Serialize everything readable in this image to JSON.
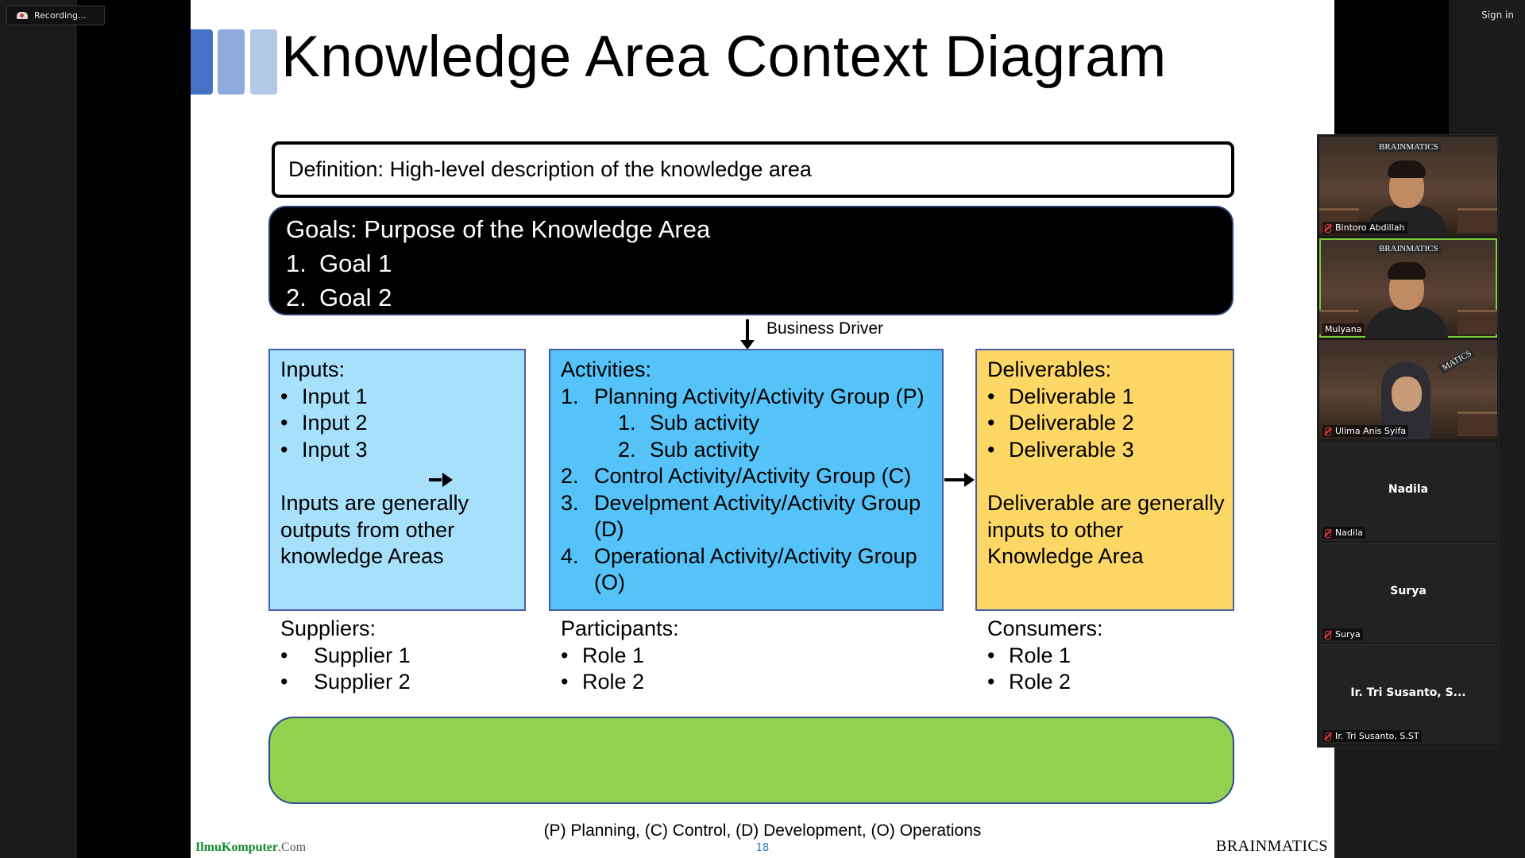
{
  "zoom": {
    "recording_label": "Recording...",
    "sign_in_label": "Sign in"
  },
  "slide": {
    "title": "Knowledge Area Context Diagram",
    "accent_colors": [
      "#4472c4",
      "#8faadc",
      "#b4c7e7"
    ],
    "definition": "Definition: High-level description of the knowledge area",
    "goals": {
      "heading": "Goals: Purpose of the Knowledge Area",
      "items": [
        {
          "num": "1.",
          "text": "Goal 1"
        },
        {
          "num": "2.",
          "text": "Goal 2"
        }
      ]
    },
    "business_driver": "Business Driver",
    "inputs": {
      "heading": "Inputs:",
      "items": [
        "Input 1",
        "Input 2",
        "Input 3"
      ],
      "note": [
        "Inputs are generally",
        "outputs from other",
        "knowledge Areas"
      ]
    },
    "activities": {
      "heading": "Activities:",
      "item1": {
        "num": "1.",
        "text": "Planning Activity/Activity Group (P)"
      },
      "sub1": {
        "num": "1.",
        "text": "Sub activity"
      },
      "sub2": {
        "num": "2.",
        "text": "Sub activity"
      },
      "item2": {
        "num": "2.",
        "text": "Control Activity/Activity Group (C)"
      },
      "item3": {
        "num": "3.",
        "text": "Develpment Activity/Activity Group",
        "cont": "(D)"
      },
      "item4": {
        "num": "4.",
        "text": "Operational Activity/Activity Group",
        "cont": "(O)"
      }
    },
    "deliverables": {
      "heading": "Deliverables:",
      "items": [
        "Deliverable 1",
        "Deliverable 2",
        "Deliverable 3"
      ],
      "note": [
        "Deliverable are generally",
        "inputs to other",
        "Knowledge Area"
      ]
    },
    "suppliers": {
      "heading": "Suppliers:",
      "items": [
        "Supplier 1",
        "Supplier 2"
      ]
    },
    "participants": {
      "heading": "Participants:",
      "items": [
        "Role 1",
        "Role 2"
      ]
    },
    "consumers": {
      "heading": "Consumers:",
      "items": [
        "Role 1",
        "Role 2"
      ]
    },
    "legend": "(P) Planning, (C) Control, (D) Development, (O) Operations",
    "page_number": "18",
    "logo_left_main": "IlmuKomputer",
    "logo_left_suffix": ".Com",
    "logo_right": "BRAINMATICS"
  },
  "participants_panel": {
    "video_logo": "BRAINMATICS",
    "video_logo_3": "MATICS",
    "p1": "Bintoro Abdillah",
    "p2": "Mulyana",
    "p3": "Ulima Anis Syifa",
    "p4_tile": "Nadila",
    "p4": "Nadila",
    "p5_tile": "Surya",
    "p5": "Surya",
    "p6_tile": "Ir. Tri Susanto, S...",
    "p6": "Ir. Tri Susanto, S.ST"
  }
}
